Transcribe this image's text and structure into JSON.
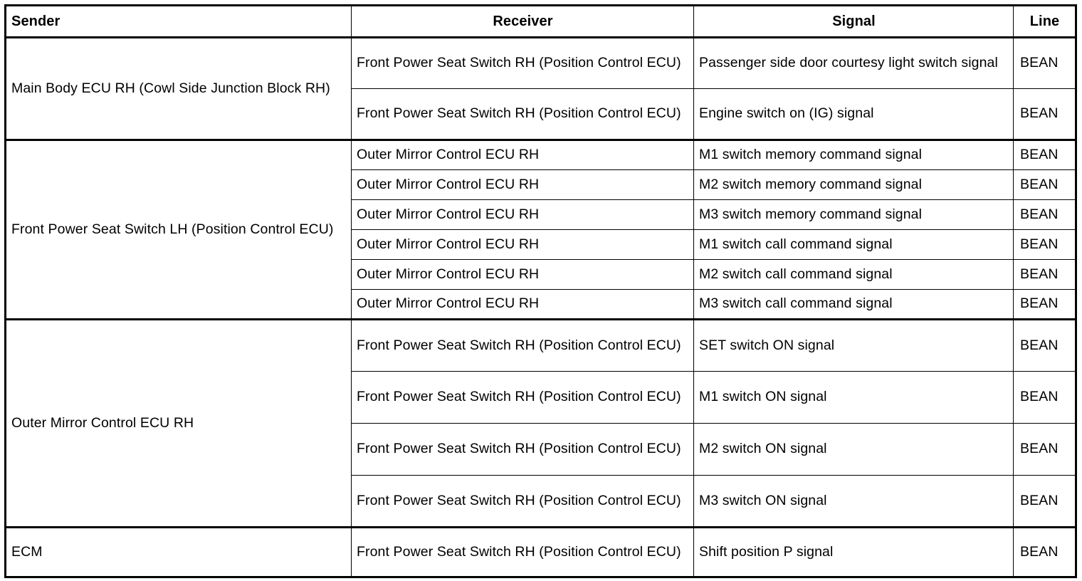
{
  "table": {
    "columns": [
      "Sender",
      "Receiver",
      "Signal",
      "Line"
    ],
    "rows": [
      {
        "sender": "Main Body ECU RH (Cowl Side Junction Block RH)",
        "sender_rowspan": 2,
        "group_start": true,
        "receiver": "Front Power Seat Switch RH (Position Control ECU)",
        "signal": "Passenger side door courtesy light switch signal",
        "line": "BEAN",
        "size": "tall"
      },
      {
        "receiver": "Front Power Seat Switch RH (Position Control ECU)",
        "signal": "Engine switch on (IG) signal",
        "line": "BEAN",
        "group_end": true,
        "size": "tall"
      },
      {
        "sender": "Front Power Seat Switch LH (Position Control ECU)",
        "sender_rowspan": 6,
        "group_start": true,
        "receiver": "Outer Mirror Control ECU RH",
        "signal": "M1 switch memory command signal",
        "line": "BEAN",
        "size": "short"
      },
      {
        "receiver": "Outer Mirror Control ECU RH",
        "signal": "M2 switch memory command signal",
        "line": "BEAN",
        "size": "short"
      },
      {
        "receiver": "Outer Mirror Control ECU RH",
        "signal": "M3 switch memory command signal",
        "line": "BEAN",
        "size": "short"
      },
      {
        "receiver": "Outer Mirror Control ECU RH",
        "signal": "M1 switch call command signal",
        "line": "BEAN",
        "size": "short"
      },
      {
        "receiver": "Outer Mirror Control ECU RH",
        "signal": "M2 switch call command signal",
        "line": "BEAN",
        "size": "short"
      },
      {
        "receiver": "Outer Mirror Control ECU RH",
        "signal": "M3 switch call command signal",
        "line": "BEAN",
        "group_end": true,
        "size": "short"
      },
      {
        "sender": "Outer Mirror Control ECU RH",
        "sender_rowspan": 4,
        "group_start": true,
        "receiver": "Front Power Seat Switch RH (Position Control ECU)",
        "signal": "SET switch ON signal",
        "line": "BEAN",
        "size": "mid"
      },
      {
        "receiver": "Front Power Seat Switch RH (Position Control ECU)",
        "signal": "M1 switch ON signal",
        "line": "BEAN",
        "size": "mid"
      },
      {
        "receiver": "Front Power Seat Switch RH (Position Control ECU)",
        "signal": "M2 switch ON signal",
        "line": "BEAN",
        "size": "mid"
      },
      {
        "receiver": "Front Power Seat Switch RH (Position Control ECU)",
        "signal": "M3 switch ON signal",
        "line": "BEAN",
        "group_end": true,
        "size": "mid"
      },
      {
        "sender": "ECM",
        "sender_rowspan": 1,
        "group_start": true,
        "group_end": true,
        "receiver": "Front Power Seat Switch RH (Position Control ECU)",
        "signal": "Shift position P signal",
        "line": "BEAN",
        "size": "last"
      }
    ]
  }
}
